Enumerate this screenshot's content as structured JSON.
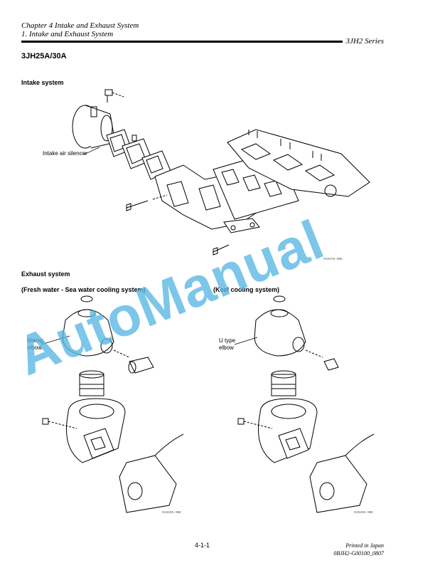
{
  "header": {
    "chapter": "Chapter 4 Intake and Exhaust System",
    "section": "1. Intake and Exhaust System",
    "series": "3JH2 Series"
  },
  "model_title": "3JH25A/30A",
  "intake": {
    "heading": "Intake system",
    "label_silencer": "Intake air silencer",
    "fig_code": "019270-00E"
  },
  "exhaust": {
    "heading": "Exhaust system",
    "left_heading": "(Fresh water - Sea water cooling system)",
    "right_heading": "(Keel cooling system)",
    "label_mixing_1": "Mixing",
    "label_mixing_2": "elbow",
    "label_utype_1": "U type",
    "label_utype_2": "elbow",
    "left_fig_code": "019295-00E",
    "right_fig_code": "019296-00E"
  },
  "footer": {
    "page": "4-1-1",
    "printed": "Printed in Japan",
    "doc_code": "0BJH2-G00100_0807"
  },
  "watermark": "AutoManual"
}
